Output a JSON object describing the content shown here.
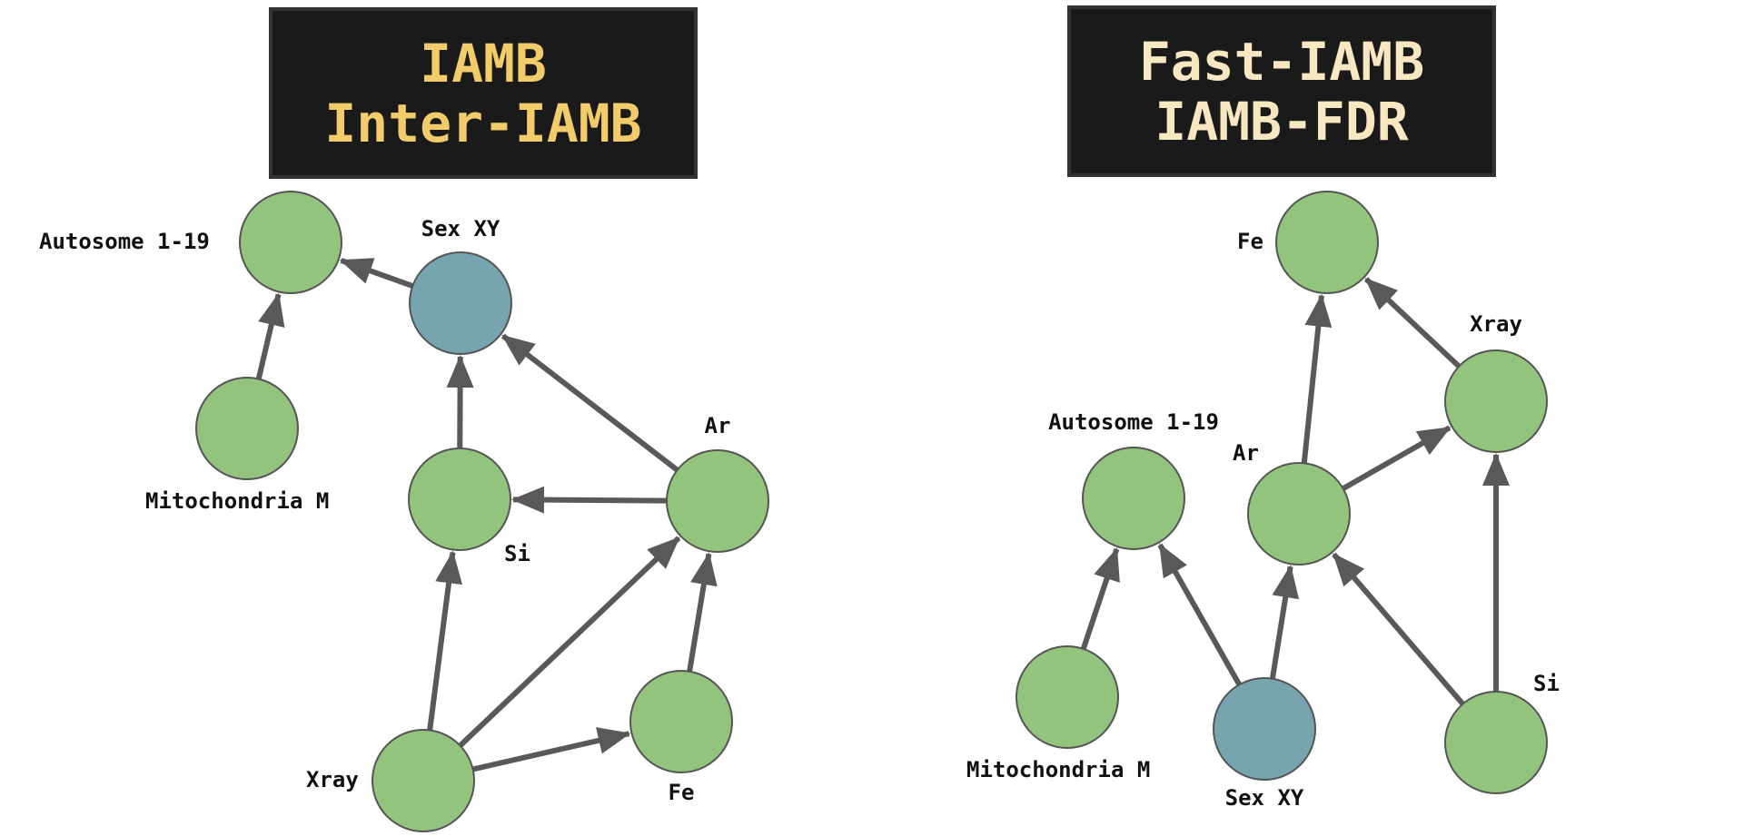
{
  "colors": {
    "node_default": "#93c47d",
    "node_highlight": "#76a5af",
    "edge": "#595959",
    "box_bg": "#1a1a1a"
  },
  "panels": [
    {
      "title_lines": [
        "IAMB",
        "Inter-IAMB"
      ],
      "title_color": "#f2cc6b",
      "nodes": [
        {
          "id": "auto",
          "label": "Autosome 1-19",
          "highlight": false
        },
        {
          "id": "sexxy",
          "label": "Sex XY",
          "highlight": true
        },
        {
          "id": "mito",
          "label": "Mitochondria M",
          "highlight": false
        },
        {
          "id": "si",
          "label": "Si",
          "highlight": false
        },
        {
          "id": "ar",
          "label": "Ar",
          "highlight": false
        },
        {
          "id": "xray",
          "label": "Xray",
          "highlight": false
        },
        {
          "id": "fe",
          "label": "Fe",
          "highlight": false
        }
      ],
      "edges": [
        {
          "from": "sexxy",
          "to": "auto"
        },
        {
          "from": "mito",
          "to": "auto"
        },
        {
          "from": "si",
          "to": "sexxy"
        },
        {
          "from": "ar",
          "to": "sexxy"
        },
        {
          "from": "ar",
          "to": "si"
        },
        {
          "from": "xray",
          "to": "si"
        },
        {
          "from": "xray",
          "to": "ar"
        },
        {
          "from": "fe",
          "to": "ar"
        },
        {
          "from": "xray",
          "to": "fe"
        }
      ]
    },
    {
      "title_lines": [
        "Fast-IAMB",
        "IAMB-FDR"
      ],
      "title_color": "#f7e8c2",
      "nodes": [
        {
          "id": "fe",
          "label": "Fe",
          "highlight": false
        },
        {
          "id": "xray",
          "label": "Xray",
          "highlight": false
        },
        {
          "id": "auto",
          "label": "Autosome 1-19",
          "highlight": false
        },
        {
          "id": "ar",
          "label": "Ar",
          "highlight": false
        },
        {
          "id": "mito",
          "label": "Mitochondria M",
          "highlight": false
        },
        {
          "id": "sexxy",
          "label": "Sex XY",
          "highlight": true
        },
        {
          "id": "si",
          "label": "Si",
          "highlight": false
        }
      ],
      "edges": [
        {
          "from": "ar",
          "to": "fe"
        },
        {
          "from": "xray",
          "to": "fe"
        },
        {
          "from": "ar",
          "to": "xray"
        },
        {
          "from": "si",
          "to": "xray"
        },
        {
          "from": "mito",
          "to": "auto"
        },
        {
          "from": "sexxy",
          "to": "auto"
        },
        {
          "from": "sexxy",
          "to": "ar"
        },
        {
          "from": "si",
          "to": "ar"
        }
      ]
    }
  ]
}
